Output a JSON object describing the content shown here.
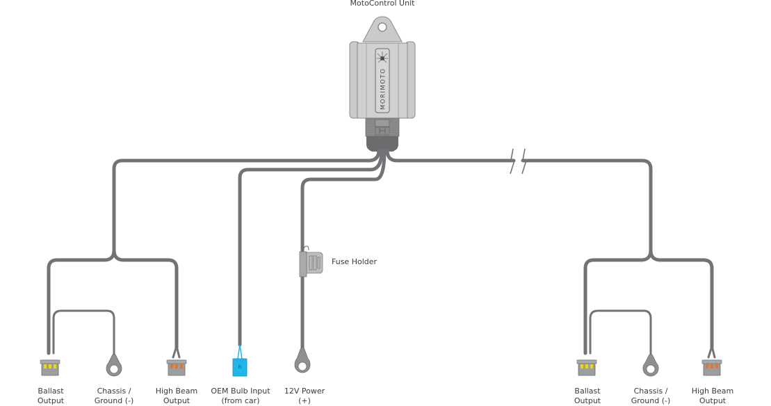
{
  "diagram": {
    "title": "MotoControl Unit",
    "brand_text": "MORIMOTO",
    "fuse_label": "Fuse Holder",
    "oem_connector_letter": "B",
    "colors": {
      "wire": "#727376",
      "housing": "#c9cacc",
      "housing_dark": "#727376",
      "ballast_pins": "#f2d600",
      "highbeam_pins": "#e8742a",
      "oem_connector": "#1fb6e8"
    },
    "left_group": {
      "terminals": [
        {
          "name": "ballast",
          "line1": "Ballast",
          "line2": "Output"
        },
        {
          "name": "chassis",
          "line1": "Chassis /",
          "line2": "Ground (-)"
        },
        {
          "name": "highbeam",
          "line1": "High Beam",
          "line2": "Output"
        },
        {
          "name": "oem",
          "line1": "OEM Bulb Input",
          "line2": "(from car)"
        },
        {
          "name": "power",
          "line1": "12V Power",
          "line2": "(+)"
        }
      ]
    },
    "right_group": {
      "terminals": [
        {
          "name": "ballast",
          "line1": "Ballast",
          "line2": "Output"
        },
        {
          "name": "chassis",
          "line1": "Chassis /",
          "line2": "Ground (-)"
        },
        {
          "name": "highbeam",
          "line1": "High Beam",
          "line2": "Output"
        }
      ]
    }
  }
}
